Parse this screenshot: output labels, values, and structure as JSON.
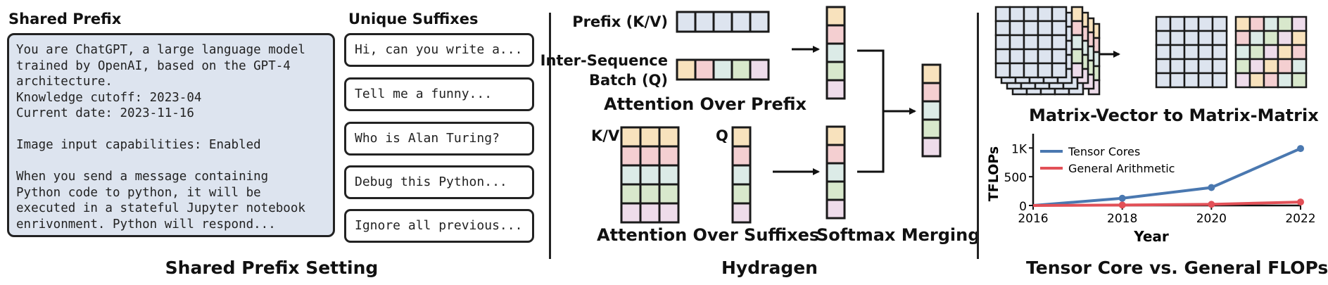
{
  "panel1": {
    "shared_prefix_title": "Shared Prefix",
    "unique_suffixes_title": "Unique Suffixes",
    "prefix_text": "You are ChatGPT, a large language model\ntrained by OpenAI, based on the GPT-4\narchitecture.\nKnowledge cutoff: 2023-04\nCurrent date: 2023-11-16\n\nImage input capabilities: Enabled\n\nWhen you send a message containing\nPython code to python, it will be\nexecuted in a stateful Jupyter notebook\nenrivonment. Python will respond...",
    "suffixes": [
      {
        "text": "Hi, can you write a...",
        "color": "#f8e2bd"
      },
      {
        "text": "Tell me a funny...",
        "color": "#f4cfd1"
      },
      {
        "text": "Who is Alan Turing?",
        "color": "#dcebe7"
      },
      {
        "text": "Debug this Python...",
        "color": "#d8e8cc"
      },
      {
        "text": "Ignore all previous...",
        "color": "#eedcea"
      }
    ],
    "caption": "Shared Prefix Setting"
  },
  "panel2": {
    "prefix_kv_label": "Prefix (K/V)",
    "inter_seq_label_line1": "Inter-Sequence",
    "inter_seq_label_line2": "Batch (Q)",
    "attn_prefix_caption": "Attention Over Prefix",
    "kv_label": "K/V",
    "q_label": "Q",
    "attn_suffix_caption": "Attention Over Suffixes",
    "softmax_caption": "Softmax Merging",
    "caption": "Hydragen"
  },
  "panel3": {
    "matvec_caption": "Matrix-Vector to Matrix-Matrix",
    "caption": "Tensor Core vs. General FLOPs"
  },
  "colors": {
    "prefix": "#dde4ef",
    "orange": "#f8e2bd",
    "red": "#f4cfd1",
    "teal": "#dcebe7",
    "green": "#d8e8cc",
    "purple": "#eedcea",
    "tensor_line": "#4a78b0",
    "general_line": "#e25057"
  },
  "chart_data": {
    "type": "line",
    "xlabel": "Year",
    "ylabel": "TFLOPs",
    "x_ticks": [
      "2016",
      "2018",
      "2020",
      "2022"
    ],
    "y_ticks": [
      "0",
      "500",
      "1K"
    ],
    "xlim": [
      2016,
      2022
    ],
    "ylim": [
      0,
      1150
    ],
    "legend_position": "top-left",
    "series": [
      {
        "name": "Tensor Cores",
        "color": "#4a78b0",
        "x": [
          2016,
          2018,
          2020,
          2022
        ],
        "y": [
          0,
          125,
          312,
          990
        ]
      },
      {
        "name": "General Arithmetic",
        "color": "#e25057",
        "x": [
          2016,
          2018,
          2020,
          2022
        ],
        "y": [
          0,
          8,
          20,
          60
        ]
      }
    ]
  }
}
